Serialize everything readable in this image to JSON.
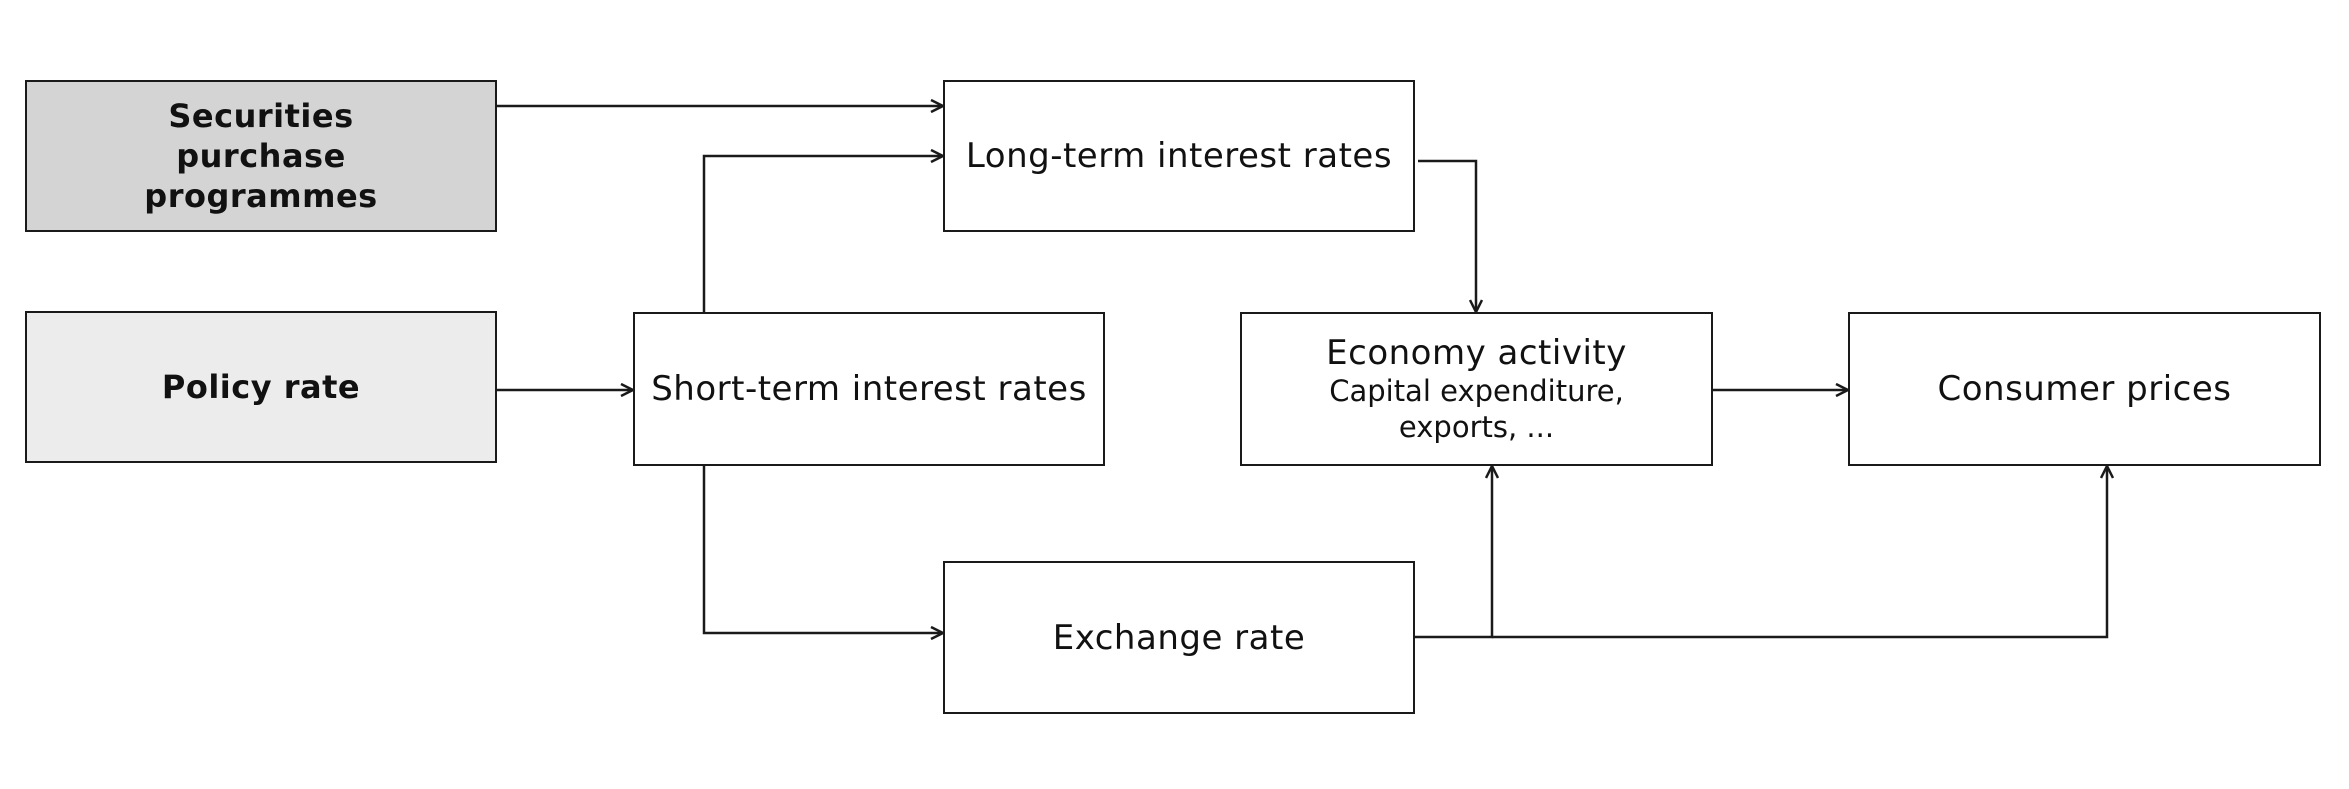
{
  "nodes": {
    "securities": {
      "label": "Securities purchase programmes"
    },
    "policy_rate": {
      "label": "Policy rate"
    },
    "long_term": {
      "label": "Long-term interest rates"
    },
    "short_term": {
      "label": "Short-term interest rates"
    },
    "economy": {
      "label": "Economy activity",
      "sublabel_1": "Capital expenditure,",
      "sublabel_2": "exports, ..."
    },
    "consumer": {
      "label": "Consumer prices"
    },
    "exchange": {
      "label": "Exchange rate"
    }
  },
  "colors": {
    "securities_fill": "#d4d4d4",
    "policy_fill": "#ececec",
    "default_fill": "#ffffff",
    "stroke": "#1a1a1a"
  },
  "edges": [
    {
      "from": "securities",
      "to": "long_term"
    },
    {
      "from": "policy_rate",
      "to": "short_term"
    },
    {
      "from": "short_term",
      "to": "long_term"
    },
    {
      "from": "short_term",
      "to": "exchange"
    },
    {
      "from": "long_term",
      "to": "economy"
    },
    {
      "from": "economy",
      "to": "consumer"
    },
    {
      "from": "exchange",
      "to": "economy"
    },
    {
      "from": "exchange",
      "to": "consumer"
    }
  ]
}
